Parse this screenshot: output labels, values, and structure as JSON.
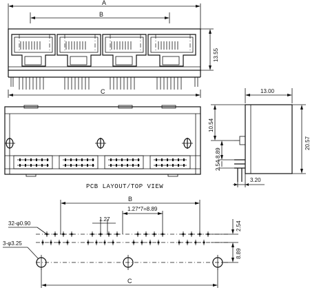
{
  "drawing": {
    "front_view": {
      "dim_A": "A",
      "dim_B": "B",
      "dim_C": "C",
      "dim_height": "13.55",
      "port_count": 4
    },
    "side_view": {
      "dim_width": "13.00",
      "dim_height_total": "20.57",
      "dim_upper": "10.54",
      "dim_mid": "8.89",
      "dim_lower": "2.54",
      "dim_pin_offset": "3.20"
    },
    "pcb_layout": {
      "title": "PCB LAYOUT/TOP VIEW",
      "dim_B": "B",
      "dim_C": "C",
      "pitch_group": "1.27*7=8.89",
      "pitch": "1.27",
      "row_spacing": "2.54",
      "hole_offset": "8.89",
      "pin_holes": "32-φ0.90",
      "mount_holes": "3-φ3.25"
    }
  }
}
